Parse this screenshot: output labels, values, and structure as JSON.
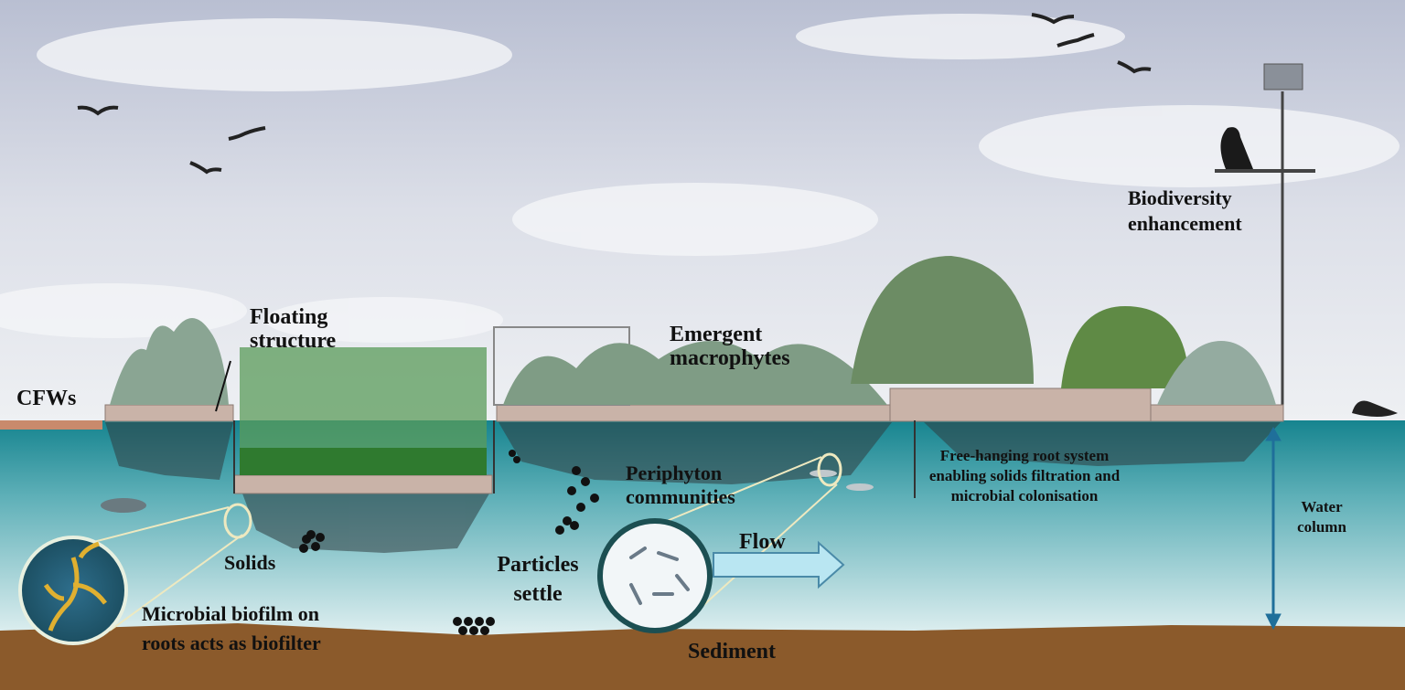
{
  "labels": {
    "cfws": "CFWs",
    "floating_structure": "Floating structure",
    "emergent_macrophytes": "Emergent macrophytes",
    "biodiversity": "Biodiversity enhancement",
    "periphyton": "Periphyton communities",
    "root_system": "Free-hanging root system enabling solids filtration and microbial colonisation",
    "water_column": "Water column",
    "flow": "Flow",
    "solids": "Solids",
    "particles_settle": "Particles settle",
    "biofilm": "Microbial biofilm on roots acts as biofilter",
    "sediment": "Sediment"
  },
  "colors": {
    "water_top": "#16848f",
    "water_bottom": "#e3f1f2",
    "sediment": "#8b5a2b",
    "platform": "#c9b3a8",
    "arrow": "#1f6f9a"
  }
}
